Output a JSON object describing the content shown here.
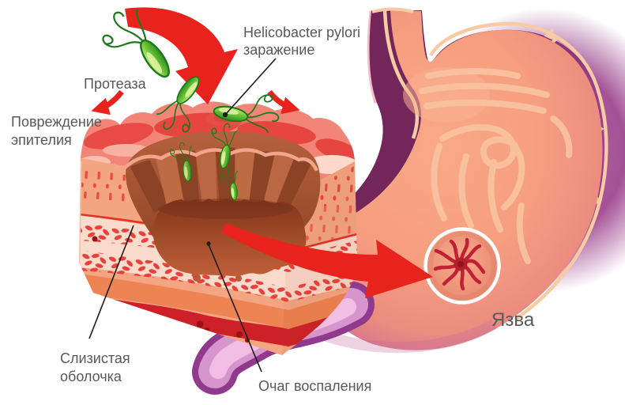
{
  "figure": {
    "labels": {
      "protease": "Протеаза",
      "infection1": "Helicobacter pylori",
      "infection2": "заражение",
      "damage1": "Повреждение",
      "damage2": "эпителия",
      "mucosa1": "Слизистая",
      "mucosa2": "оболочка",
      "inflammation": "Очаг воспаления",
      "ulcer": "Язва"
    },
    "colors": {
      "background": "#ffffff",
      "label_text": "#58595b",
      "leader_line": "#1c1c1c",
      "arrow_red": "#e8231d",
      "bacterium_green": "#55b22d",
      "bacterium_outline": "#1c7a1c",
      "stomach_outer_purple": "#72265a",
      "stomach_magenta": "#a24b92",
      "stomach_lining_cream": "#f8cba4",
      "stomach_inner_salmon": "#f79d7c",
      "rugae_pink": "#f9c29f",
      "tissue_salmon": "#f4a683",
      "tissue_pale_band": "#fbdbcc",
      "blood_cell_red": "#e8413c",
      "muscle_orange": "#ee8453",
      "muscle_dark_red": "#ce2127",
      "crater_brown": "#a55a36",
      "inflammation_pool_brown": "#8a3a22",
      "epithelium_red": "#f28577",
      "ulcer_star_red": "#c12134",
      "duodenum_pink": "#d795cd"
    }
  }
}
